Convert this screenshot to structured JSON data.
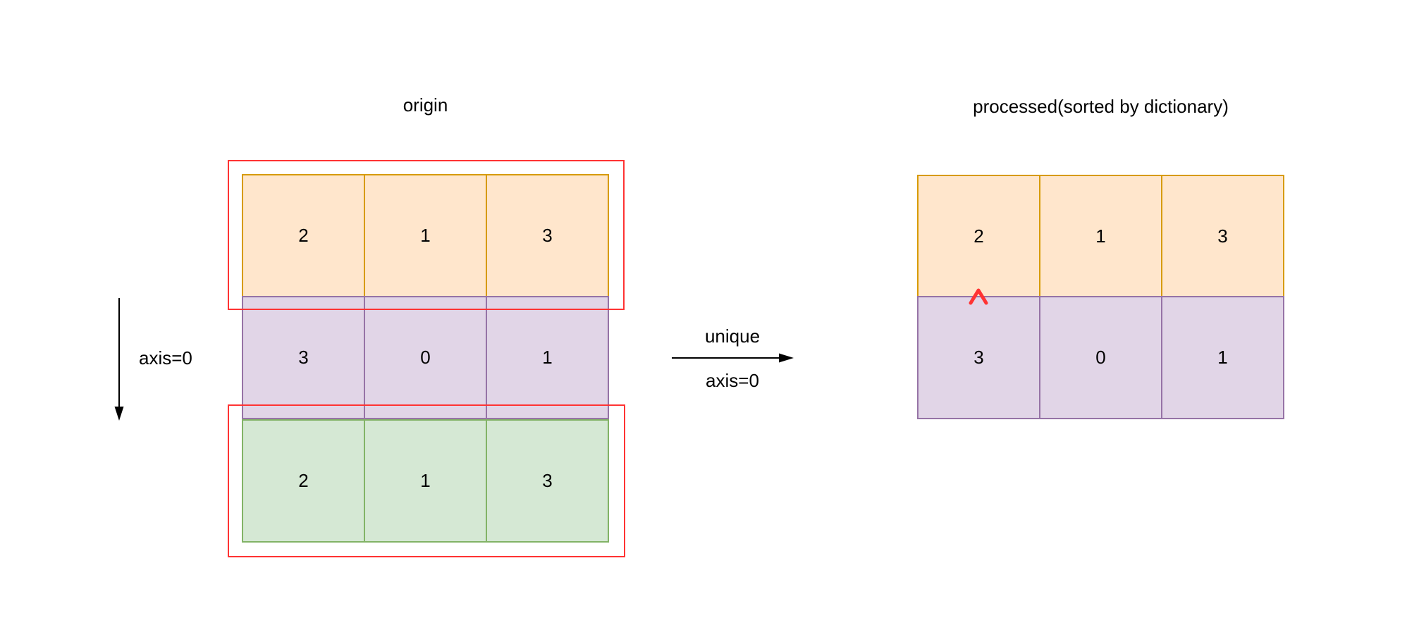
{
  "diagram": {
    "left_matrix": {
      "title": "origin",
      "rows": [
        {
          "color": "orange",
          "fill": "#FFE6CC",
          "border": "#D79B00",
          "values": [
            "2",
            "1",
            "3"
          ],
          "duplicate_highlighted": true
        },
        {
          "color": "purple",
          "fill": "#E1D5E7",
          "border": "#9673A6",
          "values": [
            "3",
            "0",
            "1"
          ],
          "duplicate_highlighted": false
        },
        {
          "color": "green",
          "fill": "#D5E8D4",
          "border": "#82B366",
          "values": [
            "2",
            "1",
            "3"
          ],
          "duplicate_highlighted": true
        }
      ]
    },
    "right_matrix": {
      "title": "processed(sorted by dictionary)",
      "rows": [
        {
          "color": "orange",
          "fill": "#FFE6CC",
          "border": "#D79B00",
          "values": [
            "2",
            "1",
            "3"
          ]
        },
        {
          "color": "purple",
          "fill": "#E1D5E7",
          "border": "#9673A6",
          "values": [
            "3",
            "0",
            "1"
          ]
        }
      ]
    },
    "axis_arrow": {
      "label": "axis=0",
      "direction": "down"
    },
    "transform_arrow": {
      "label_top": "unique",
      "label_bottom": "axis=0",
      "direction": "right"
    },
    "highlight_color": "#FF3333",
    "merge_marker": {
      "shape": "caret-up",
      "color": "#FF3333"
    }
  }
}
